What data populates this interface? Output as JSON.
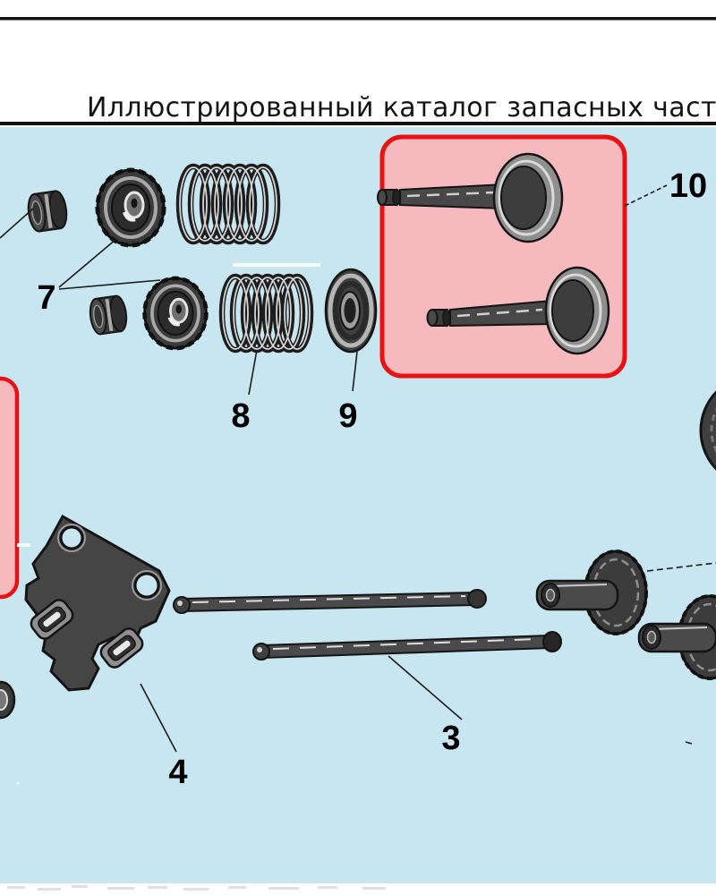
{
  "header": {
    "title": "Иллюстрированный каталог запасных частей"
  },
  "diagram": {
    "background_color": "#c8e6f0",
    "highlight_fill_color": "#f6b9bd",
    "highlight_border_color": "#e81114",
    "line_color": "#1c1c1c",
    "labels": {
      "n3": "3",
      "n4": "4",
      "n7": "7",
      "n8": "8",
      "n9": "9",
      "n10": "10"
    }
  }
}
